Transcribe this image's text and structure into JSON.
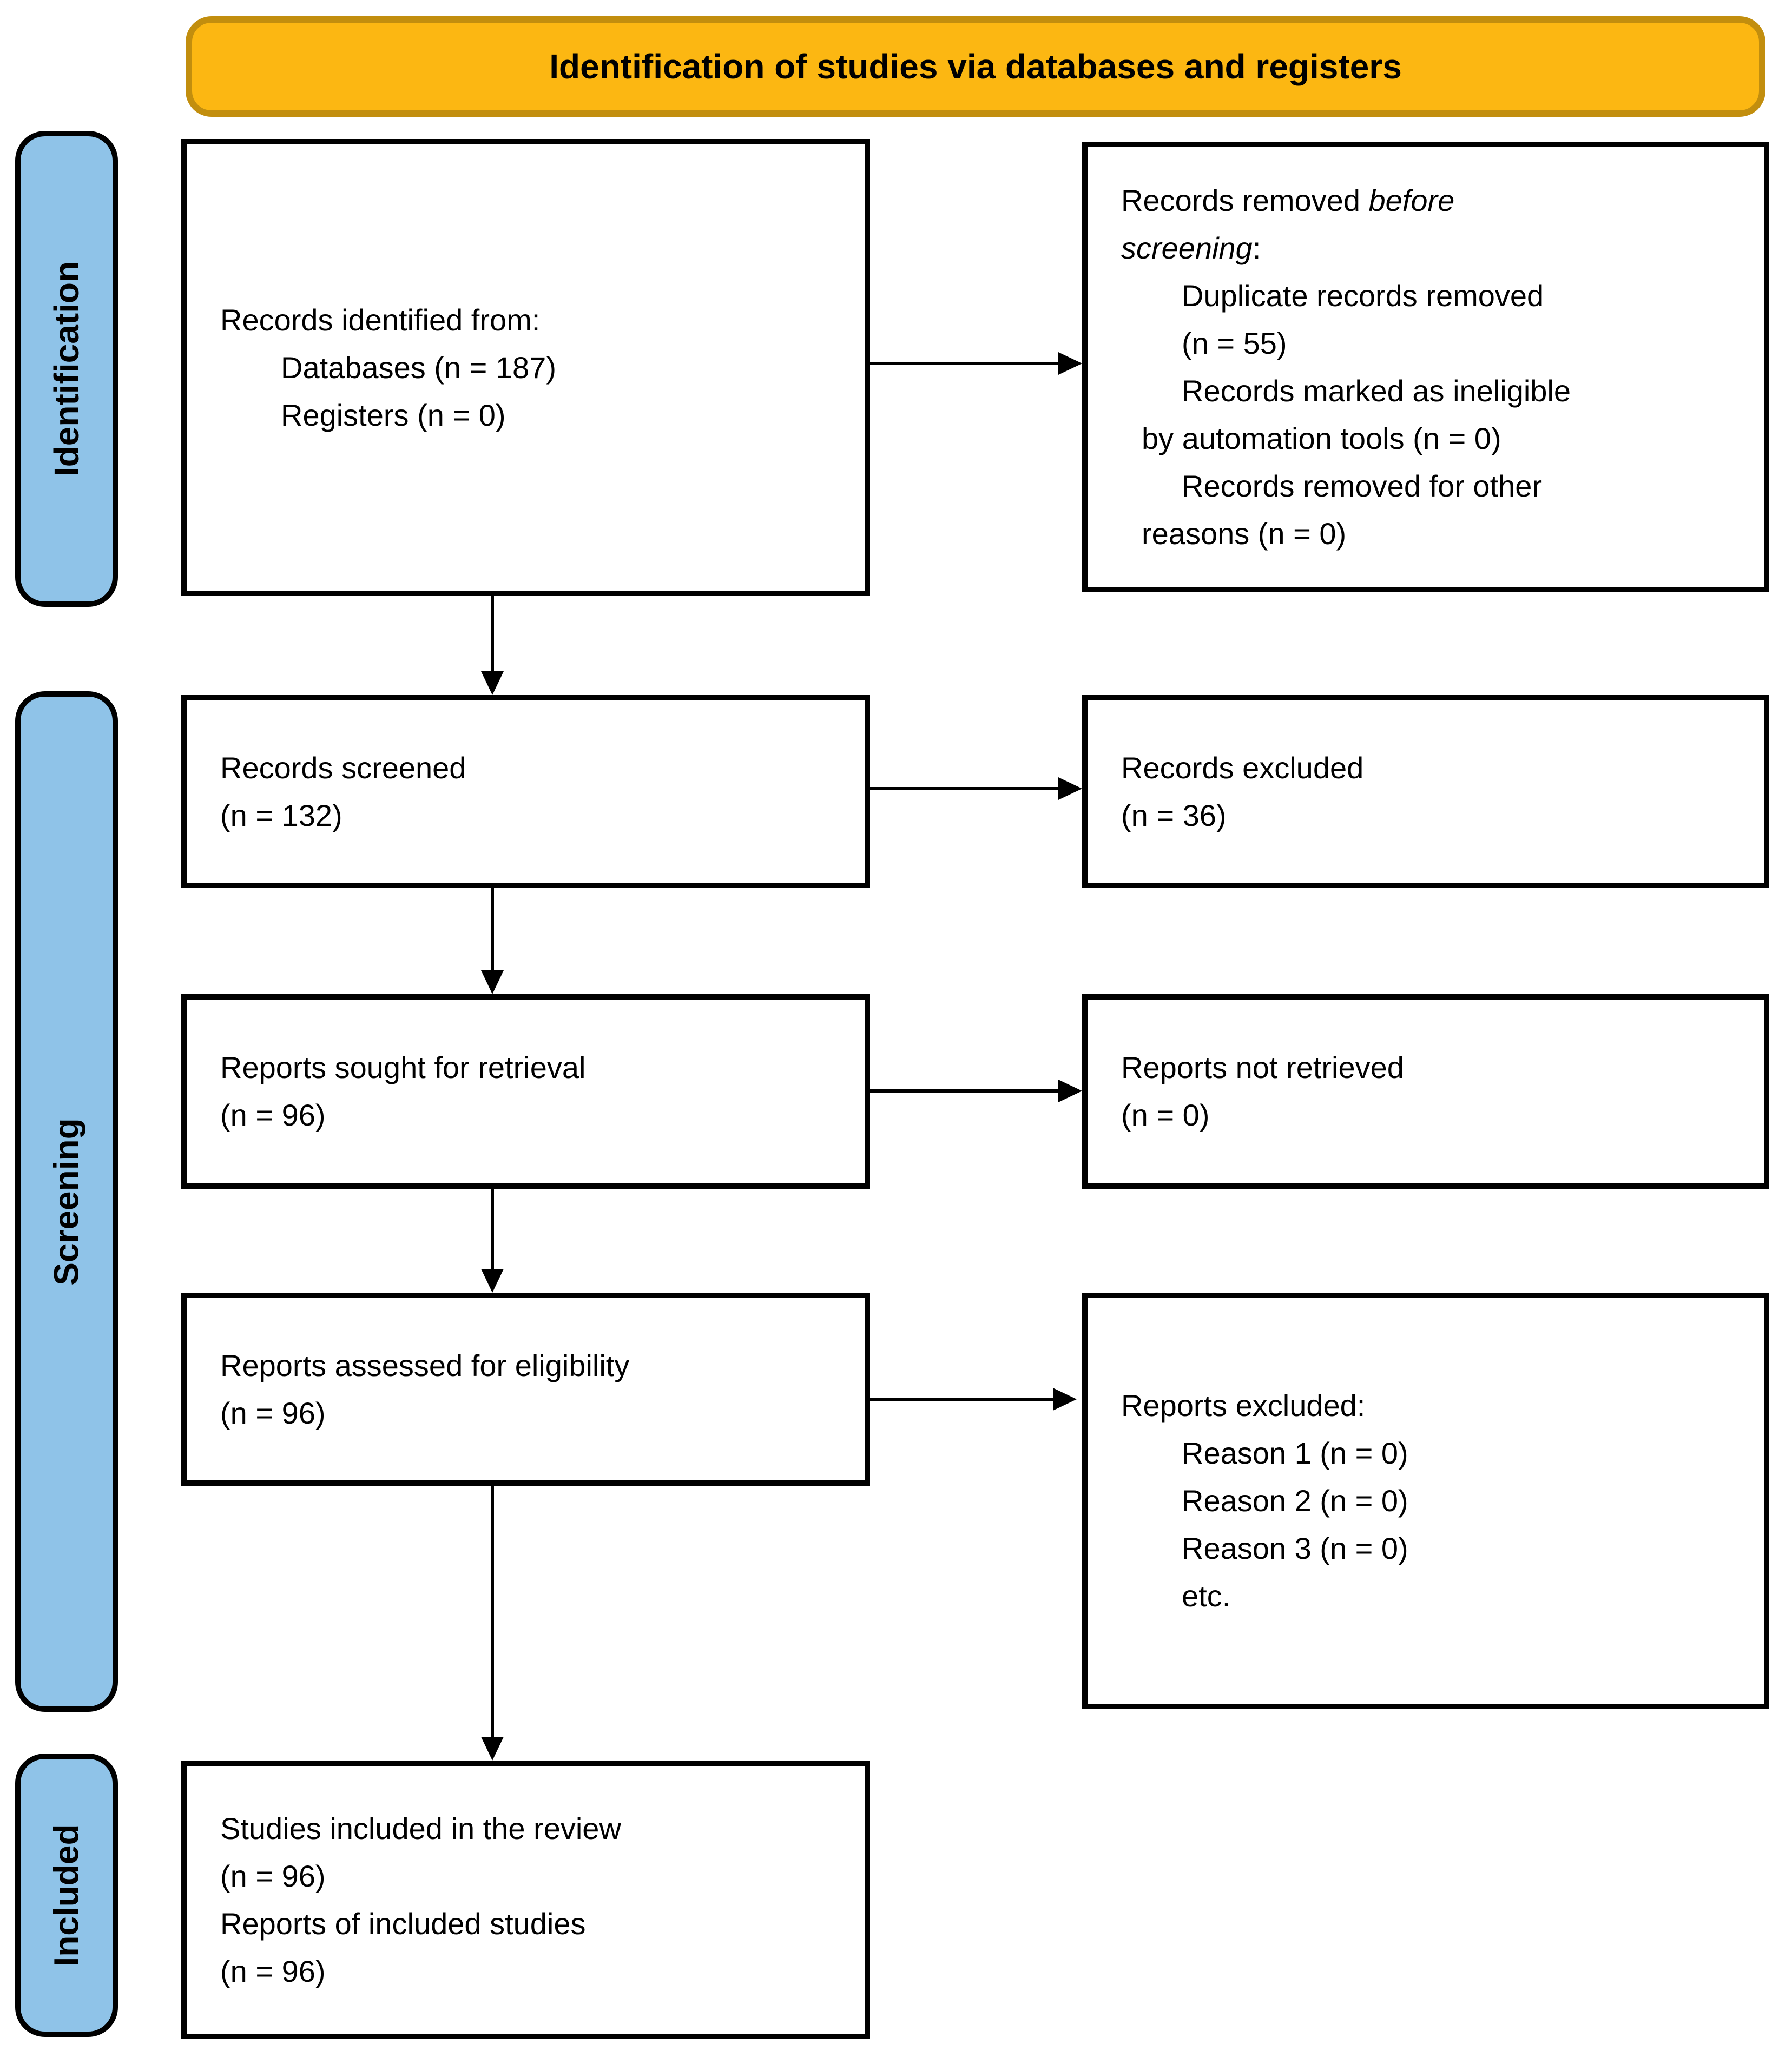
{
  "banner": {
    "title": "Identification of studies via databases and registers"
  },
  "sidebar": {
    "identification": "Identification",
    "screening": "Screening",
    "included": "Included"
  },
  "colors": {
    "banner_fill": "#FCB712",
    "banner_border": "#C28E0E",
    "sidebar_fill": "#8FC3E8",
    "line_color": "#000000"
  },
  "boxes": {
    "records_identified": {
      "lines": [
        {
          "text": "Records identified from:",
          "indent": 0
        },
        {
          "text": "Databases (n = 187)",
          "indent": 1
        },
        {
          "text": "Registers (n = 0)",
          "indent": 1
        }
      ]
    },
    "records_removed": {
      "lines": [
        {
          "parts": [
            {
              "text": "Records removed "
            },
            {
              "text": "before",
              "italic": true
            }
          ],
          "indent": 0
        },
        {
          "parts": [
            {
              "text": "screening",
              "italic": true
            },
            {
              "text": ":"
            }
          ],
          "indent": 0
        },
        {
          "text": "Duplicate records removed",
          "indent": 1
        },
        {
          "text": "(n = 55)",
          "indent": 1
        },
        {
          "text": "Records marked as ineligible",
          "indent": 1
        },
        {
          "text": "by automation tools (n = 0)",
          "indent": 2
        },
        {
          "text": "Records removed for other",
          "indent": 1
        },
        {
          "text": "reasons (n = 0)",
          "indent": 2
        }
      ]
    },
    "records_screened": {
      "lines": [
        {
          "text": "Records screened",
          "indent": 0
        },
        {
          "text": "(n = 132)",
          "indent": 0
        }
      ]
    },
    "records_excluded": {
      "lines": [
        {
          "text": "Records excluded",
          "indent": 0
        },
        {
          "text": "(n = 36)",
          "indent": 0
        }
      ]
    },
    "reports_sought": {
      "lines": [
        {
          "text": "Reports sought for retrieval",
          "indent": 0
        },
        {
          "text": "(n = 96)",
          "indent": 0
        }
      ]
    },
    "reports_not_retrieved": {
      "lines": [
        {
          "text": "Reports not retrieved",
          "indent": 0
        },
        {
          "text": "(n = 0)",
          "indent": 0
        }
      ]
    },
    "reports_assessed": {
      "lines": [
        {
          "text": "Reports assessed for eligibility",
          "indent": 0
        },
        {
          "text": "(n = 96)",
          "indent": 0
        }
      ]
    },
    "reports_excluded": {
      "lines": [
        {
          "text": "Reports excluded:",
          "indent": 0
        },
        {
          "text": "Reason 1 (n = 0)",
          "indent": 1
        },
        {
          "text": "Reason 2 (n = 0)",
          "indent": 1
        },
        {
          "text": "Reason 3 (n = 0)",
          "indent": 1
        },
        {
          "text": "etc.",
          "indent": 1
        }
      ]
    },
    "studies_included": {
      "lines": [
        {
          "text": "Studies included in the review",
          "indent": 0
        },
        {
          "text": "(n = 96)",
          "indent": 0
        },
        {
          "text": "Reports of included studies",
          "indent": 0
        },
        {
          "text": "(n = 96)",
          "indent": 0
        }
      ]
    }
  }
}
